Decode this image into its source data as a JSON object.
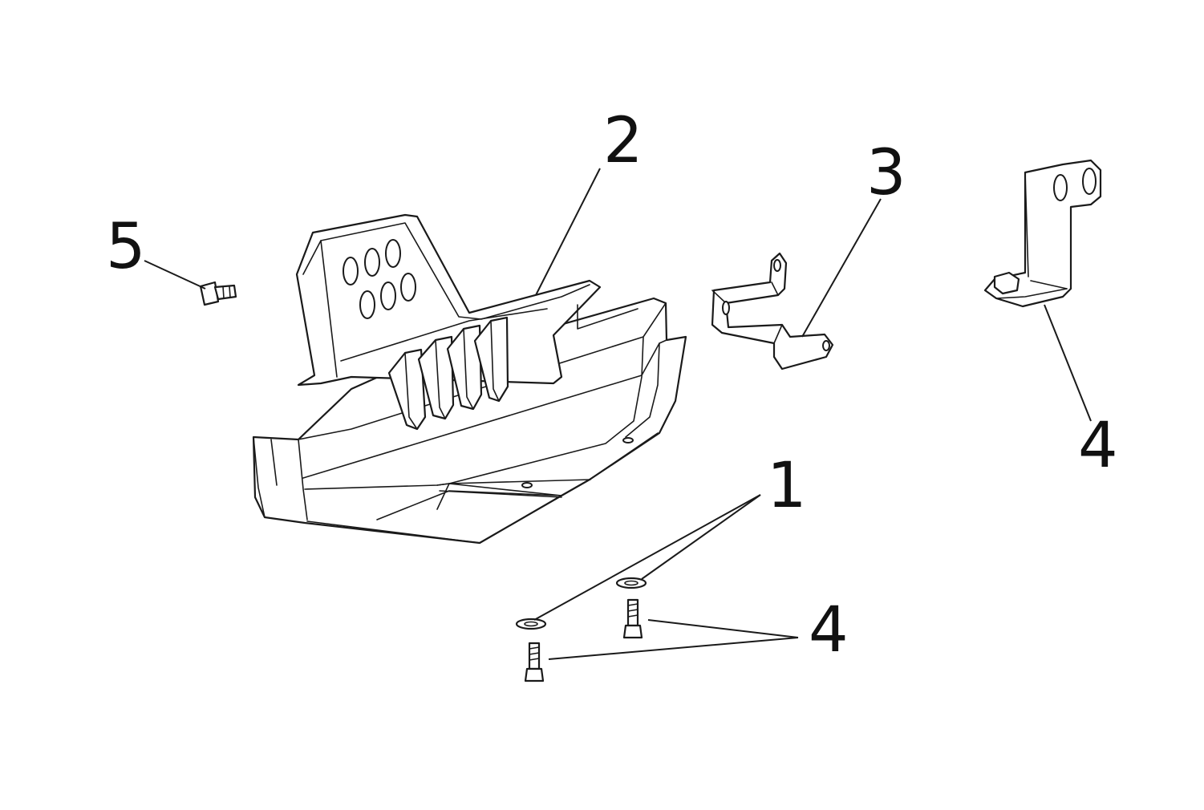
{
  "callouts": [
    {
      "id": "c5",
      "label": "5",
      "part": "bolt"
    },
    {
      "id": "c2",
      "label": "2",
      "part": "skid-plate"
    },
    {
      "id": "c3",
      "label": "3",
      "part": "front-bracket"
    },
    {
      "id": "c4a",
      "label": "4",
      "part": "rear-bracket"
    },
    {
      "id": "c1",
      "label": "1",
      "part": "washer"
    },
    {
      "id": "c4b",
      "label": "4",
      "part": "bolt"
    }
  ]
}
